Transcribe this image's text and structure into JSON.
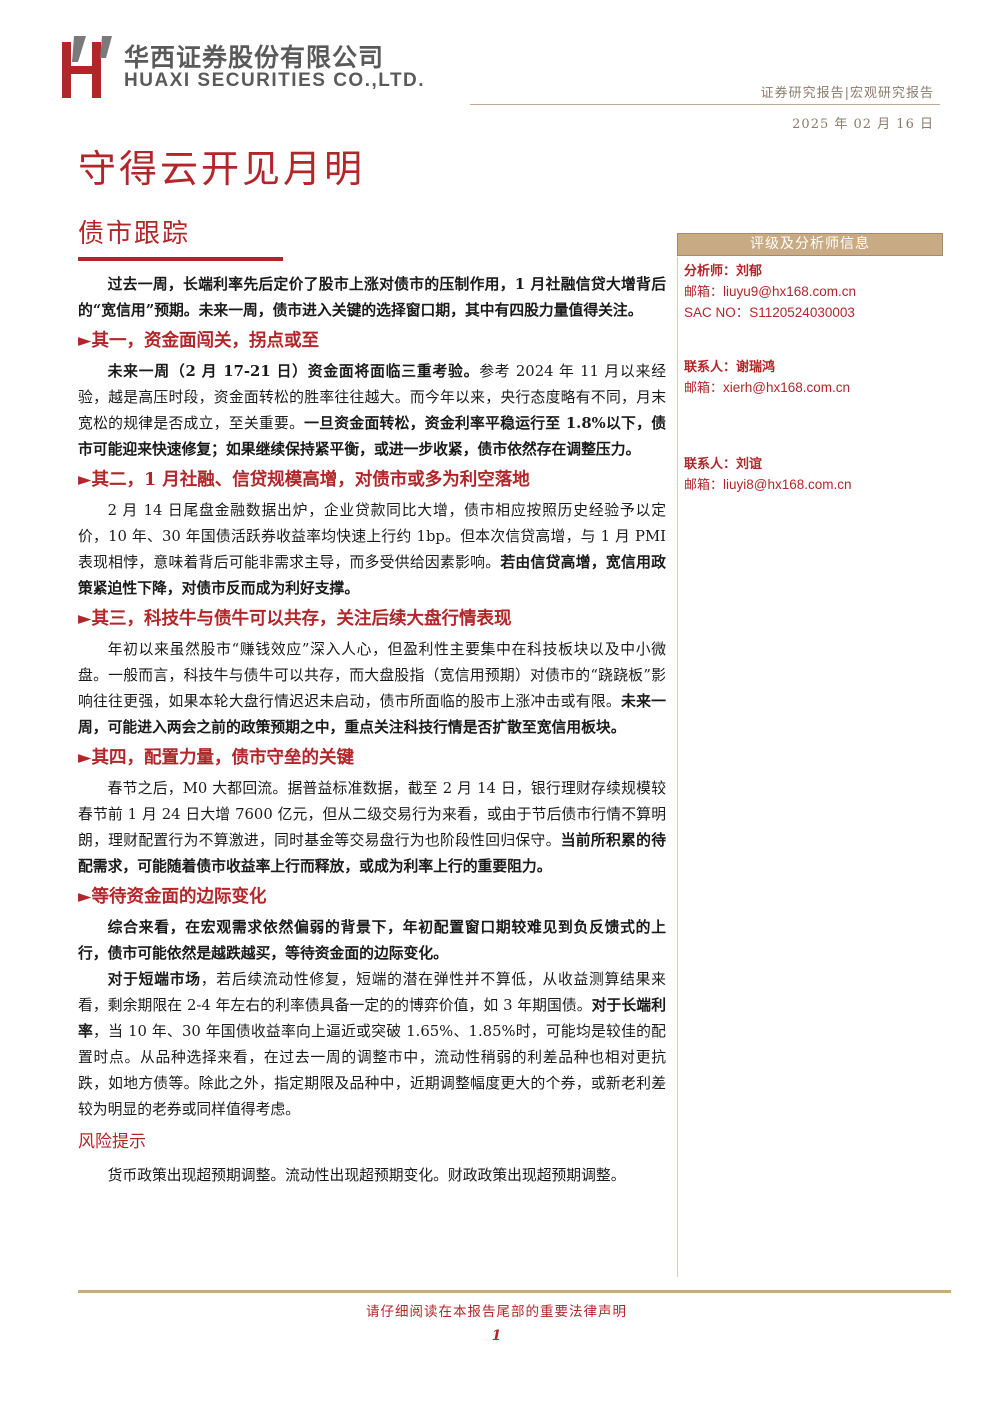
{
  "header": {
    "company_cn": "华西证券股份有限公司",
    "company_en": "HUAXI SECURITIES CO.,LTD.",
    "report_tag": "证券研究报告|宏观研究报告",
    "date": "2025 年 02 月 16 日"
  },
  "title": "守得云开见月明",
  "section": "债市跟踪",
  "body": {
    "intro": "过去一周，长端利率先后定价了股市上涨对债市的压制作用，1 月社融信贷大增背后的“宽信用”预期。未来一周，债市进入关键的选择窗口期，其中有四股力量值得关注。",
    "h1": "►其一，资金面闯关，拐点或至",
    "p1a_bold": "未来一周（2 月 17-21 日）资金面将面临三重考验。",
    "p1a": "参考 2024 年 11 月以来经验，越是高压时段，资金面转松的胜率往往越大。而今年以来，央行态度略有不同，月末宽松的规律是否成立，至关重要。",
    "p1b_bold": "一旦资金面转松，资金利率平稳运行至 1.8%以下，债市可能迎来快速修复；如果继续保持紧平衡，或进一步收紧，债市依然存在调整压力。",
    "h2": "►其二，1 月社融、信贷规模高增，对债市或多为利空落地",
    "p2": "2 月 14 日尾盘金融数据出炉，企业贷款同比大增，债市相应按照历史经验予以定价，10 年、30 年国债活跃券收益率均快速上行约 1bp。但本次信贷高增，与 1 月 PMI 表现相悖，意味着背后可能非需求主导，而多受供给因素影响。",
    "p2_bold": "若由信贷高增，宽信用政策紧迫性下降，对债市反而成为利好支撑。",
    "h3": "►其三，科技牛与债牛可以共存，关注后续大盘行情表现",
    "p3": "年初以来虽然股市“赚钱效应”深入人心，但盈利性主要集中在科技板块以及中小微盘。一般而言，科技牛与债牛可以共存，而大盘股指（宽信用预期）对债市的“跷跷板”影响往往更强，如果本轮大盘行情迟迟未启动，债市所面临的股市上涨冲击或有限。",
    "p3_bold": "未来一周，可能进入两会之前的政策预期之中，重点关注科技行情是否扩散至宽信用板块。",
    "h4": "►其四，配置力量，债市守垒的关键",
    "p4": "春节之后，M0 大都回流。据普益标准数据，截至 2 月 14 日，银行理财存续规模较春节前 1 月 24 日大增 7600 亿元，但从二级交易行为来看，或由于节后债市行情不算明朗，理财配置行为不算激进，同时基金等交易盘行为也阶段性回归保守。",
    "p4_bold": "当前所积累的待配需求，可能随着债市收益率上行而释放，或成为利率上行的重要阻力。",
    "h5": "►等待资金面的边际变化",
    "p5_bold": "综合来看，在宏观需求依然偏弱的背景下，年初配置窗口期较难见到负反馈式的上行，债市可能依然是越跌越买，等待资金面的边际变化。",
    "p6_lead": "对于短端市场",
    "p6a": "，若后续流动性修复，短端的潜在弹性并不算低，从收益测算结果来看，剩余期限在 2-4 年左右的利率债具备一定的的博弈价值，如 3 年期国债。",
    "p6_lead2": "对于长端利率",
    "p6b": "，当 10 年、30 年国债收益率向上逼近或突破 1.65%、1.85%时，可能均是较佳的配置时点。从品种选择来看，在过去一周的调整市中，流动性稍弱的利差品种也相对更抗跌，如地方债等。除此之外，指定期限及品种中，近期调整幅度更大的个券，或新老利差较为明显的老券或同样值得考虑。",
    "risk_title": "风险提示",
    "risk_text": "货币政策出现超预期调整。流动性出现超预期变化。财政政策出现超预期调整。"
  },
  "sidebar": {
    "header": "评级及分析师信息",
    "analyst_label": "分析师：",
    "analyst_name": "刘郁",
    "email_label": "邮箱：",
    "analyst_email": "liuyu9@hx168.com.cn",
    "sac": "SAC NO：S1120524030003",
    "contact1_label": "联系人：",
    "contact1_name": "谢瑞鸿",
    "contact1_email": "xierh@hx168.com.cn",
    "contact2_label": "联系人：",
    "contact2_name": "刘谊",
    "contact2_email": "liuyi8@hx168.com.cn"
  },
  "footer": {
    "note": "请仔细阅读在本报告尾部的重要法律声明",
    "page": "1"
  },
  "colors": {
    "brand_red": "#b2262a",
    "gold": "#c8aa84"
  }
}
